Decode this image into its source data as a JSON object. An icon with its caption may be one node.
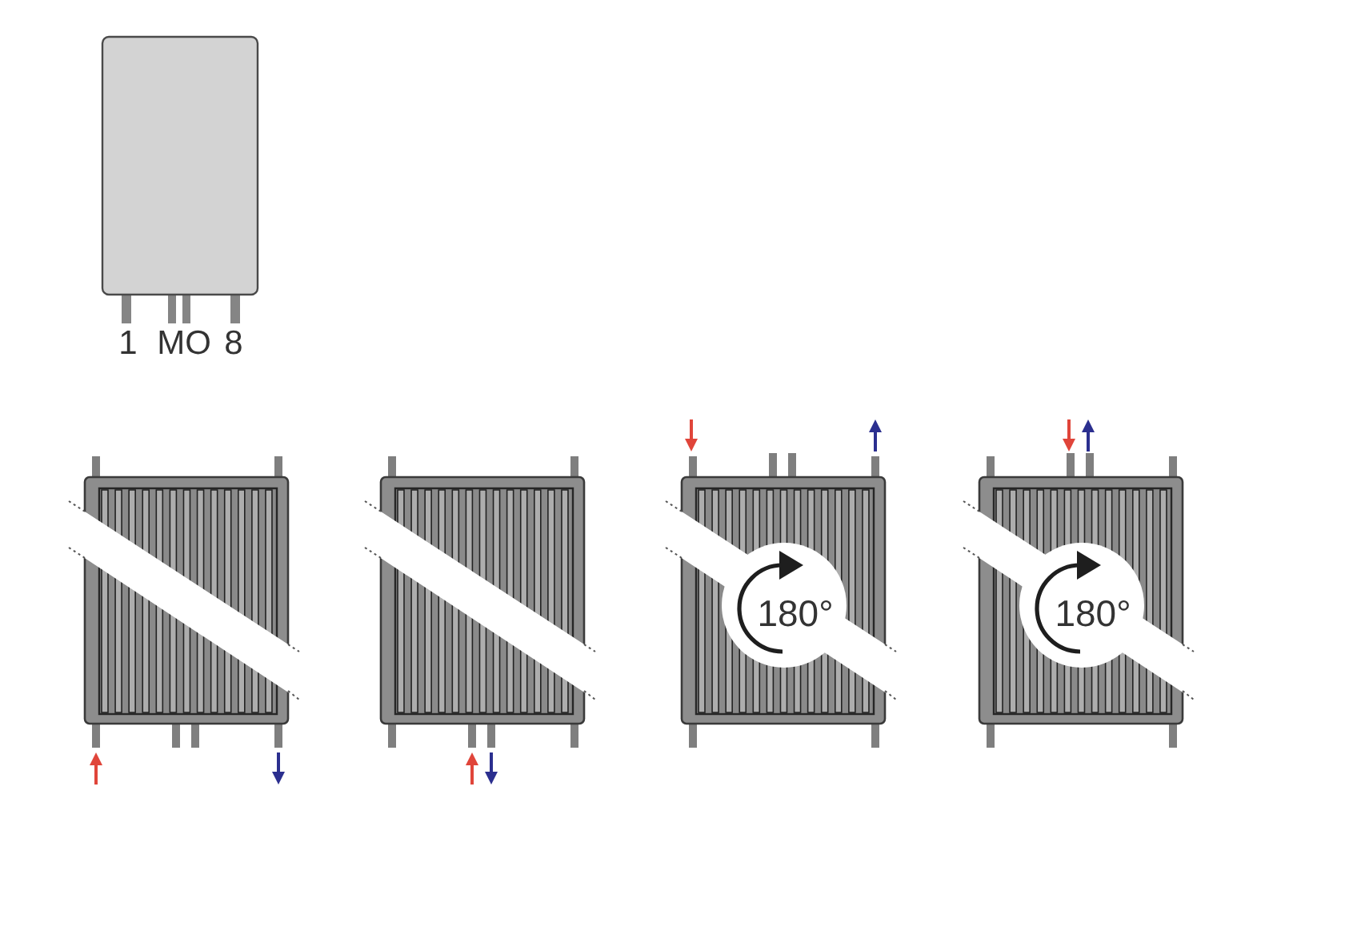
{
  "diagram": {
    "labels": [
      "1",
      "MO",
      "8",
      "180°",
      "180°"
    ]
  }
}
